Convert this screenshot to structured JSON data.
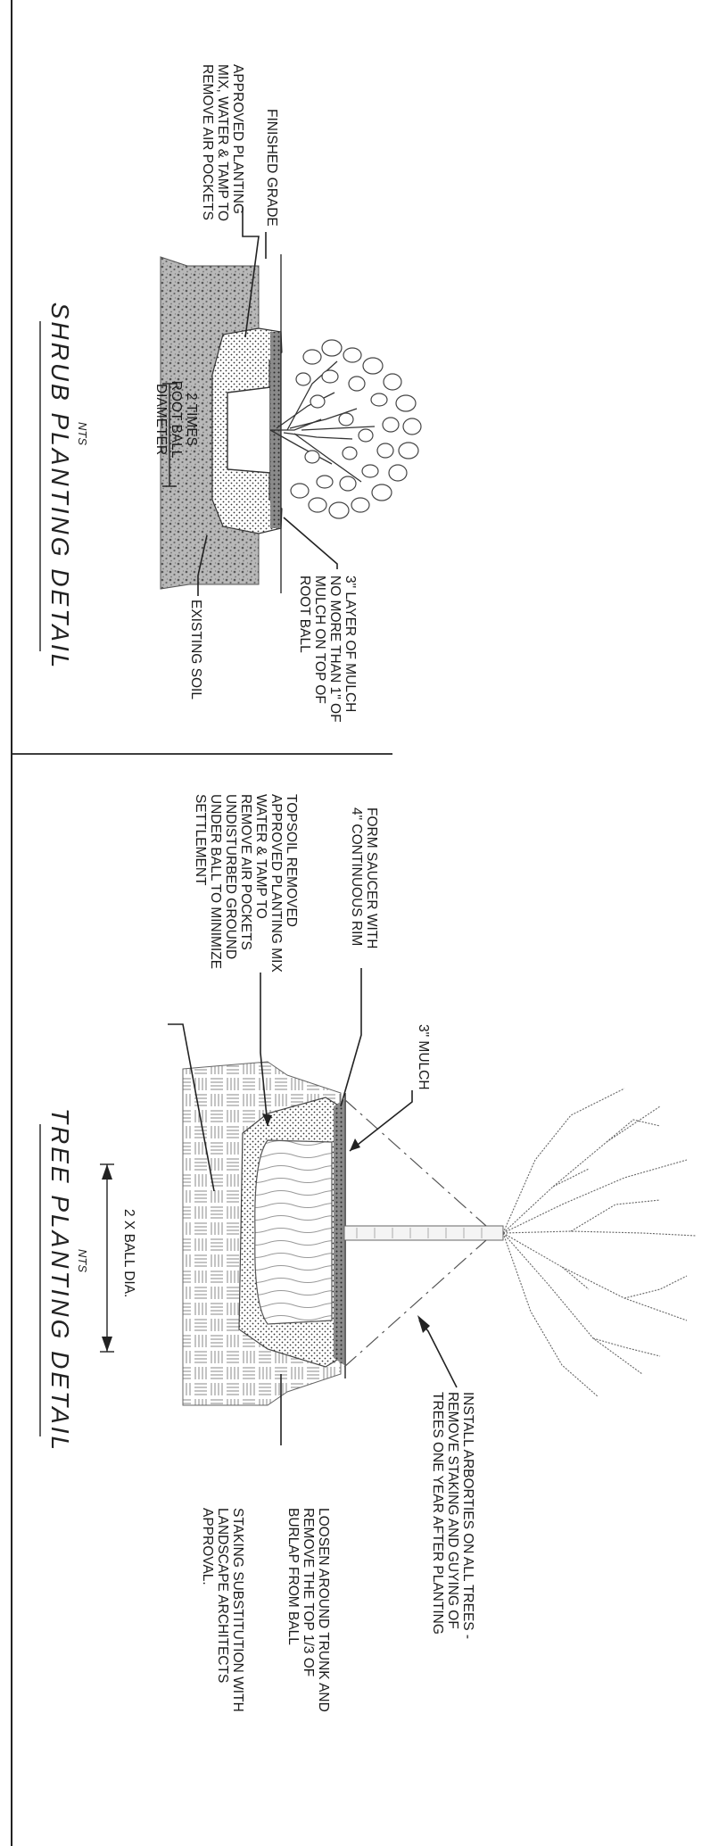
{
  "shrub_detail": {
    "title": "SHRUB PLANTING DETAIL",
    "scale": "NTS",
    "labels": {
      "finished_grade": "FINISHED GRADE",
      "planting_mix": [
        "APPROVED PLANTING",
        "MIX, WATER & TAMP TO",
        "REMOVE AIR POCKETS"
      ],
      "mulch": [
        "3\" LAYER OF MULCH",
        "NO MORE THAN 1\" OF",
        "MULCH ON TOP OF",
        "ROOT BALL"
      ],
      "root_ball_width": [
        "2 TIMES",
        "ROOT BALL",
        "DIAMETER"
      ],
      "existing_soil": "EXISTING SOIL"
    }
  },
  "tree_detail": {
    "title": "TREE PLANTING DETAIL",
    "scale": "NTS",
    "labels": {
      "saucer": [
        "FORM SAUCER WITH",
        "4\" CONTINUOUS RIM"
      ],
      "mulch": "3\" MULCH",
      "topsoil_group": [
        "TOPSOIL REMOVED",
        "APPROVED PLANTING MIX",
        "WATER & TAMP TO",
        "REMOVE AIR POCKETS",
        "UNDISTURBED GROUND",
        "UNDER BALL TO MINIMIZE",
        "SETTLEMENT"
      ],
      "ball_width": "2 X BALL DIA.",
      "arborties": [
        "INSTALL ARBORTIES ON ALL TREES -",
        "REMOVE STAKING AND GUYING OF",
        "TREES ONE YEAR AFTER PLANTING"
      ],
      "burlap": [
        "LOOSEN AROUND TRUNK AND",
        "REMOVE THE TOP 1/3 OF",
        "BURLAP FROM BALL"
      ],
      "staking": [
        "STAKING SUBSTITUTION WITH",
        "LANDSCAPE ARCHITECTS",
        "APPROVAL."
      ]
    }
  }
}
